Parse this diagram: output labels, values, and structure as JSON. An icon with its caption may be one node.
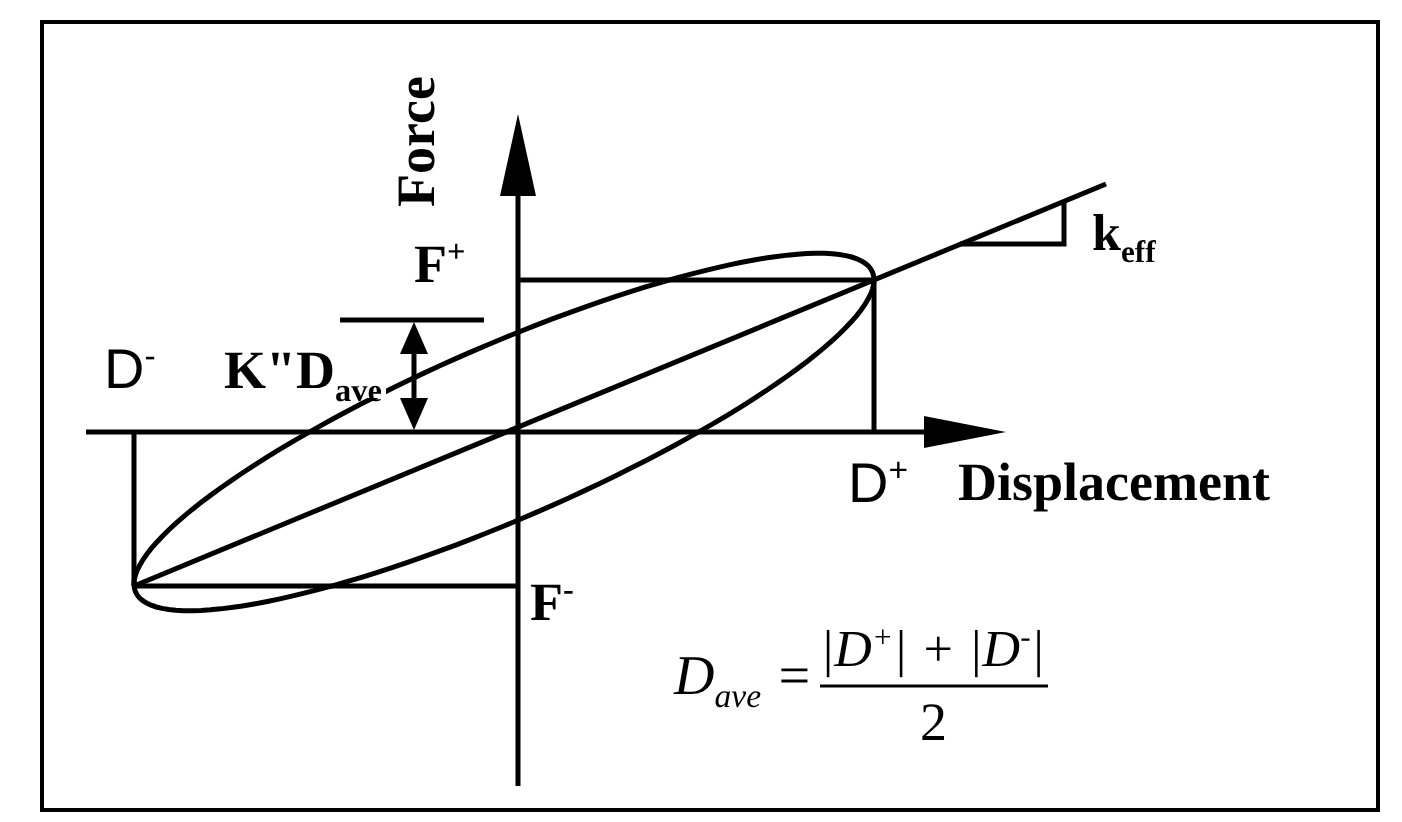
{
  "diagram": {
    "labels": [
      "Force",
      "F$^{+}$",
      "k$_{eff}$",
      "D$^{-}$",
      "K\"D$_{ave}$",
      "D$^{+}$",
      "Displacement",
      "F$^{-}$",
      "D$_{ave}$ =",
      "|D$^{+}$| + |D$^{-}$|",
      "2"
    ]
  }
}
